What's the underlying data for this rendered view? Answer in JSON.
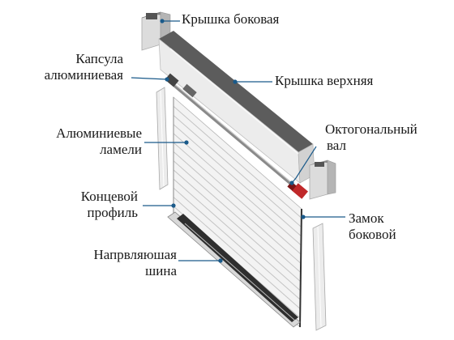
{
  "labels": {
    "side_cover": "Крышка боковая",
    "aluminum_capsule": [
      "Капсула",
      "алюминиевая"
    ],
    "top_cover": "Крышка верхняя",
    "aluminum_slats": [
      "Алюминиевые",
      "ламели"
    ],
    "octagonal_shaft": [
      "Октогональный",
      "вал"
    ],
    "end_profile": [
      "Концевой",
      "профиль"
    ],
    "side_lock": [
      "Замок",
      "боковой"
    ],
    "guide_rail": [
      "Напрвляюшая",
      "шина"
    ]
  },
  "colors": {
    "leader_line": "#1a5a8a",
    "leader_dot": "#1a5a8a",
    "box_dark": "#5c5c5c",
    "box_light": "#e7e7e7",
    "shaft_red": "#c0282a"
  }
}
